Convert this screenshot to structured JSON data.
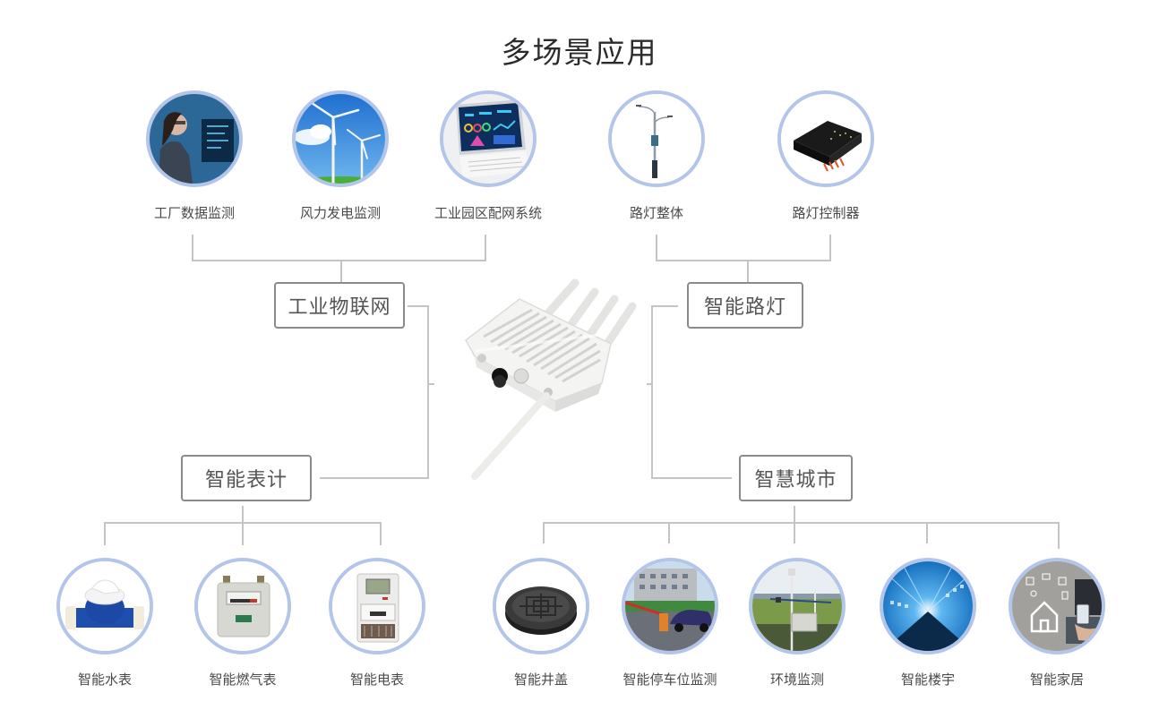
{
  "title": "多场景应用",
  "hub_device": {
    "icon": "outdoor-gateway-device-icon",
    "colors": {
      "body": "#f2f2f0",
      "connector": "#222222"
    }
  },
  "categories": {
    "iiot": {
      "label": "工业物联网",
      "items": [
        {
          "label": "工厂数据监测",
          "icon": "factory-monitor-photo"
        },
        {
          "label": "风力发电监测",
          "icon": "wind-turbine-photo"
        },
        {
          "label": "工业园区配网系统",
          "icon": "dashboard-screen-photo"
        }
      ]
    },
    "street_light": {
      "label": "智能路灯",
      "items": [
        {
          "label": "路灯整体",
          "icon": "street-lamp-pole-photo"
        },
        {
          "label": "路灯控制器",
          "icon": "lamp-controller-photo"
        }
      ]
    },
    "meters": {
      "label": "智能表计",
      "items": [
        {
          "label": "智能水表",
          "icon": "water-meter-photo"
        },
        {
          "label": "智能燃气表",
          "icon": "gas-meter-photo"
        },
        {
          "label": "智能电表",
          "icon": "electric-meter-photo"
        }
      ]
    },
    "smart_city": {
      "label": "智慧城市",
      "items": [
        {
          "label": "智能井盖",
          "icon": "manhole-cover-photo"
        },
        {
          "label": "智能停车位监测",
          "icon": "parking-barrier-photo"
        },
        {
          "label": "环境监测",
          "icon": "weather-station-photo"
        },
        {
          "label": "智能楼宇",
          "icon": "smart-building-photo"
        },
        {
          "label": "智能家居",
          "icon": "smart-home-photo"
        }
      ]
    }
  },
  "colors": {
    "circle_border": "#b3c6ea",
    "box_border": "#8a8a8a",
    "connector_line": "#c4c4c4",
    "text": "#4a4a4a"
  }
}
